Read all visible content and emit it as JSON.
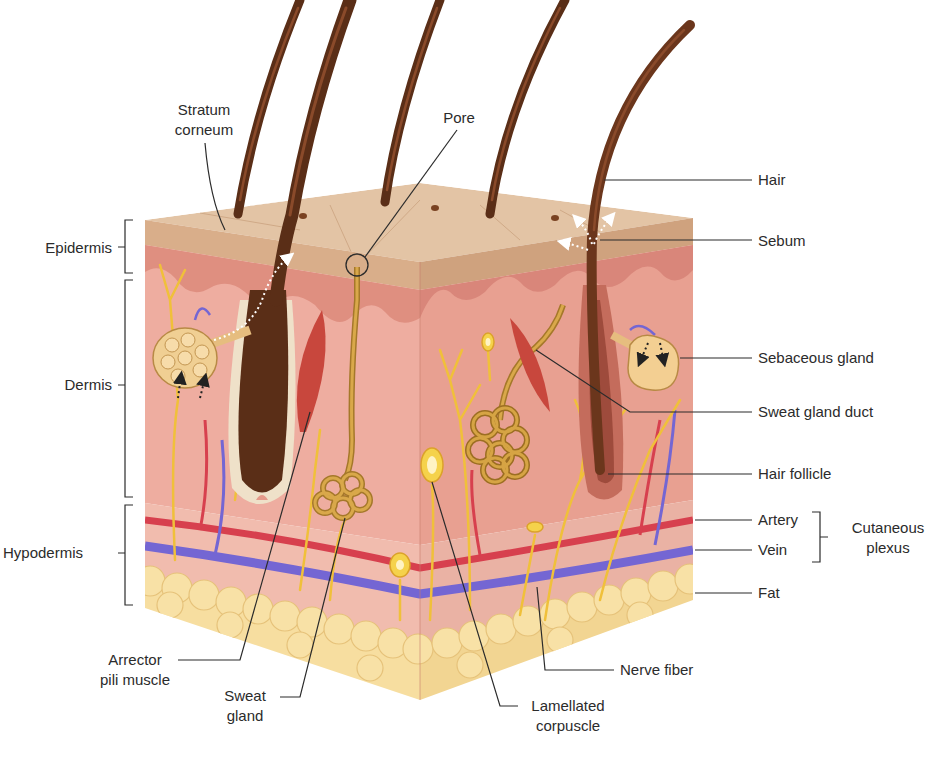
{
  "diagram": {
    "labels": [
      "Stratum corneum",
      "Pore",
      "Hair",
      "Epidermis",
      "Sebum",
      "Dermis",
      "Sebaceous gland",
      "Sweat gland duct",
      "Hair follicle",
      "Artery",
      "Cutaneous plexus",
      "Vein",
      "Hypodermis",
      "Fat",
      "Arrector pili muscle",
      "Nerve fiber",
      "Sweat gland",
      "Lamellated corpuscle"
    ]
  }
}
